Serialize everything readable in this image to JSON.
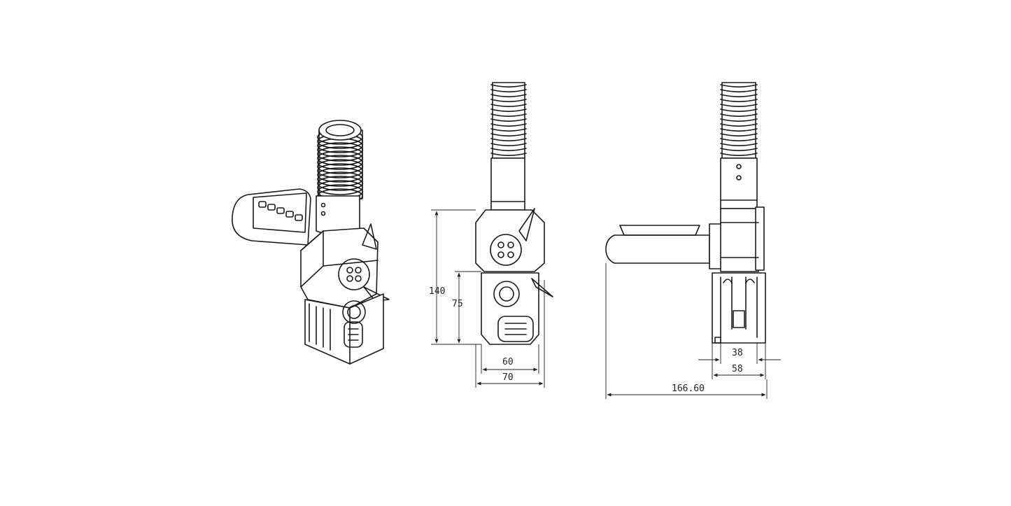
{
  "dimensions": {
    "height_total": "140",
    "height_lower": "75",
    "width_inner": "60",
    "width_outer": "70",
    "side_inner": "38",
    "side_outer": "58",
    "overall_length": "166.60"
  }
}
